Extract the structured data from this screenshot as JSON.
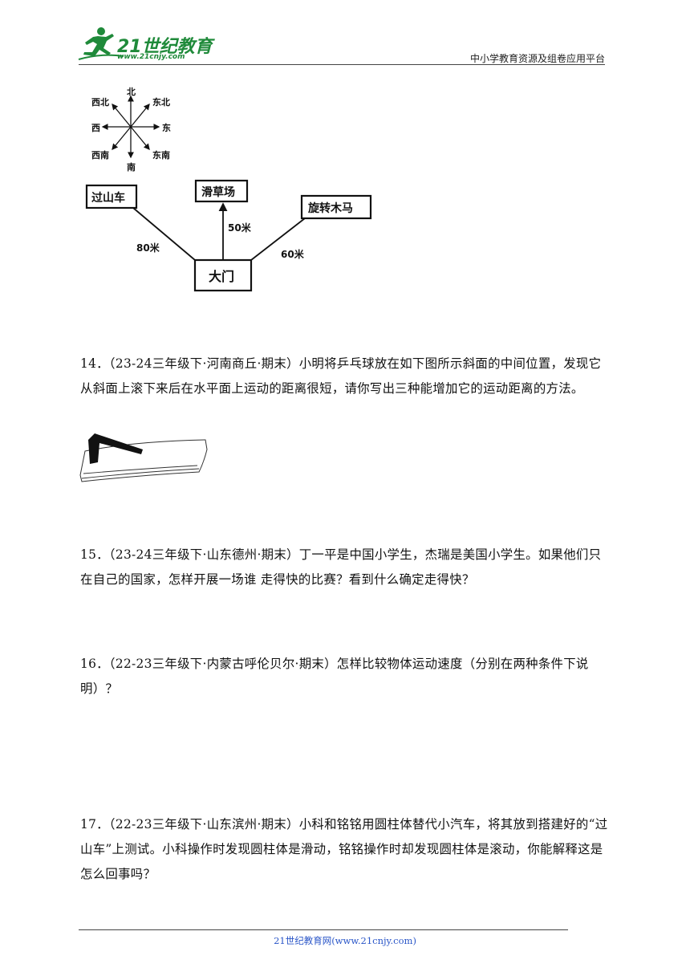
{
  "header": {
    "logo_text": "21世纪教育",
    "logo_url": "www.21cnjy.com",
    "platform": "中小学教育资源及组卷应用平台"
  },
  "compass": {
    "north": "北",
    "south": "南",
    "east": "东",
    "west": "西",
    "northeast": "东北",
    "northwest": "西北",
    "southeast": "东南",
    "southwest": "西南"
  },
  "map": {
    "gate": "大门",
    "roller_coaster": "过山车",
    "grass_slide": "滑草场",
    "carousel": "旋转木马",
    "dist_roller_coaster": "80米",
    "dist_grass_slide": "50米",
    "dist_carousel": "60米"
  },
  "questions": [
    {
      "number": "14．",
      "text": "（23-24三年级下·河南商丘·期末）小明将乒乓球放在如下图所示斜面的中间位置，发现它从斜面上滚下来后在水平面上运动的距离很短，请你写出三种能增加它的运动距离的方法。"
    },
    {
      "number": "15．",
      "text": "（23-24三年级下·山东德州·期末）丁一平是中国小学生，杰瑞是美国小学生。如果他们只在自己的国家，怎样开展一场谁  走得快的比赛？看到什么确定走得快？"
    },
    {
      "number": "16．",
      "text": "（22-23三年级下·内蒙古呼伦贝尔·期末）怎样比较物体运动速度（分别在两种条件下说明）？"
    },
    {
      "number": "17．",
      "text": "（22-23三年级下·山东滨州·期末）小科和铭铭用圆柱体替代小汽车，将其放到搭建好的“过山车”上测试。小科操作时发现圆柱体是滑动，铭铭操作时却发现圆柱体是滚动，你能解释这是怎么回事吗？"
    }
  ],
  "footer": {
    "text": "21世纪教育网(www.21cnjy.com)"
  }
}
